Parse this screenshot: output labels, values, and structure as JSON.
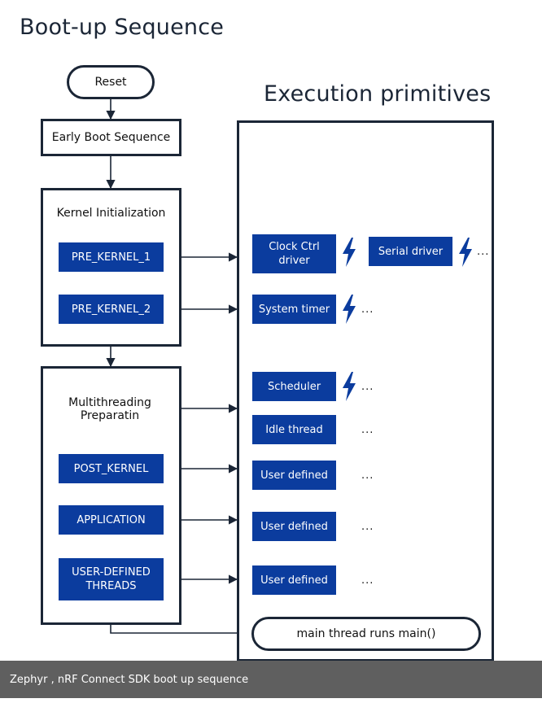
{
  "title": "Boot-up Sequence",
  "subtitle": "Execution primitives",
  "boot": {
    "reset": "Reset",
    "early_boot": "Early Boot Sequence",
    "kernel_init": "Kernel Initialization",
    "pre_kernel_1": "PRE_KERNEL_1",
    "pre_kernel_2": "PRE_KERNEL_2",
    "multithreading": "Multithreading Preparatin",
    "post_kernel": "POST_KERNEL",
    "application": "APPLICATION",
    "user_threads": "USER-DEFINED THREADS"
  },
  "primitives": {
    "clock_ctrl": "Clock Ctrl driver",
    "serial": "Serial driver",
    "system_timer": "System timer",
    "scheduler": "Scheduler",
    "idle_thread": "Idle thread",
    "user_defined_1": "User defined",
    "user_defined_2": "User defined",
    "user_defined_3": "User defined",
    "main_thread": "main thread runs main()",
    "ellipsis": "..."
  },
  "colors": {
    "accent": "#0b3c9e",
    "outline": "#1b2636",
    "caption_bg": "#5f5f5f"
  },
  "icons": {
    "bolt": "lightning-bolt-icon"
  },
  "caption": "Zephyr , nRF Connect SDK boot up sequence"
}
